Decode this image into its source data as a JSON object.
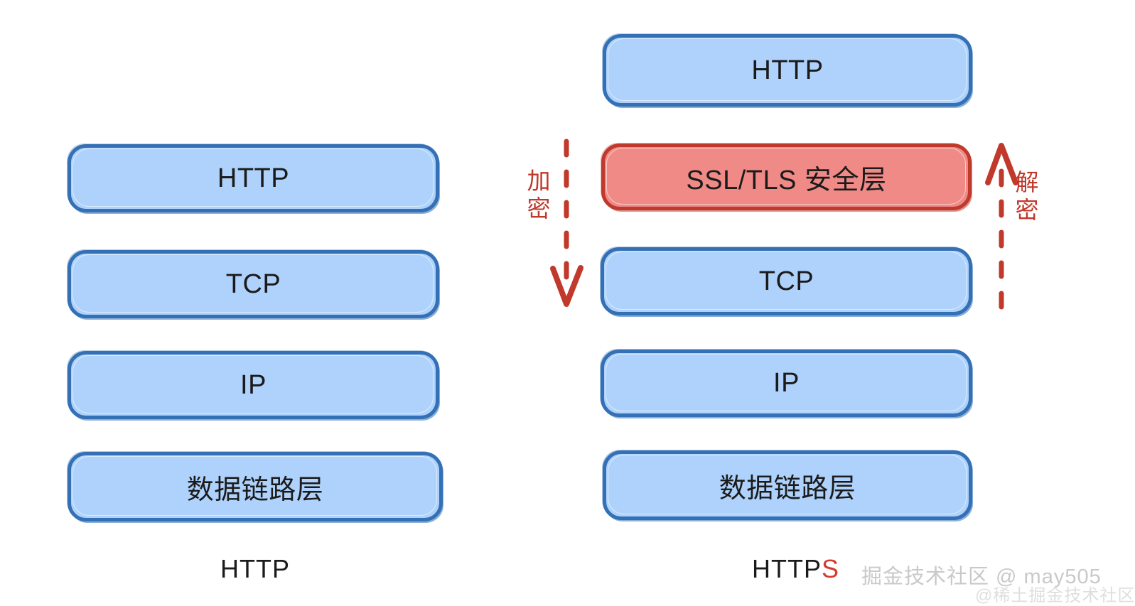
{
  "diagram": {
    "title_left": "HTTP",
    "title_right_prefix": "HTTP",
    "title_right_accent": "S",
    "colors": {
      "box_blue_fill": "#aed2fb",
      "box_blue_border": "#3470b5",
      "box_red_fill": "#f08a87",
      "box_red_border": "#bf392c",
      "arrow_red": "#c0392b",
      "text_dark": "#1b1b1b",
      "accent_red": "#d63a2e",
      "background": "#ffffff"
    },
    "left_stack": {
      "name": "HTTP",
      "layers": [
        {
          "label": "HTTP",
          "color": "blue"
        },
        {
          "label": "TCP",
          "color": "blue"
        },
        {
          "label": "IP",
          "color": "blue"
        },
        {
          "label": "数据链路层",
          "color": "blue"
        }
      ]
    },
    "right_stack": {
      "name": "HTTPS",
      "layers": [
        {
          "label": "HTTP",
          "color": "blue"
        },
        {
          "label": "SSL/TLS 安全层",
          "color": "red"
        },
        {
          "label": "TCP",
          "color": "blue"
        },
        {
          "label": "IP",
          "color": "blue"
        },
        {
          "label": "数据链路层",
          "color": "blue"
        }
      ]
    },
    "arrows": [
      {
        "id": "encrypt",
        "label": "加密",
        "label_chars": [
          "加",
          "密"
        ],
        "direction": "down",
        "style": "dashed",
        "color": "#c0392b"
      },
      {
        "id": "decrypt",
        "label": "解密",
        "label_chars": [
          "解",
          "密"
        ],
        "direction": "up",
        "style": "dashed",
        "color": "#c0392b"
      }
    ]
  },
  "watermark": {
    "primary": "掘金技术社区 @ may505",
    "secondary": "@稀土掘金技术社区"
  }
}
